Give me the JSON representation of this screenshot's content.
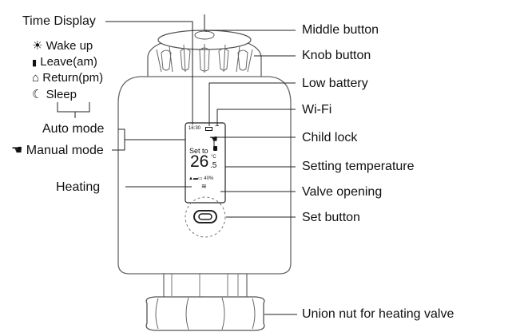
{
  "labels": {
    "time_display": "Time Display",
    "auto_mode": "Auto mode",
    "manual_mode": "Manual mode",
    "heating": "Heating",
    "middle_button": "Middle button",
    "knob_button": "Knob button",
    "low_battery": "Low battery",
    "wifi": "Wi-Fi",
    "child_lock": "Child lock",
    "setting_temperature": "Setting temperature",
    "valve_opening": "Valve opening",
    "set_button": "Set button",
    "union_nut": "Union nut for heating valve"
  },
  "modes": [
    {
      "icon": "sun-icon",
      "glyph": "☀",
      "label": "Wake up"
    },
    {
      "icon": "door-icon",
      "glyph": "▮",
      "label": "Leave(am)"
    },
    {
      "icon": "home-icon",
      "glyph": "⌂",
      "label": "Return(pm)"
    },
    {
      "icon": "moon-icon",
      "glyph": "☾",
      "label": "Sleep"
    }
  ],
  "display": {
    "time": "16:30",
    "set_to": "Set to",
    "temp_int": "26",
    "temp_dec": ".5",
    "unit": "°C",
    "valve_percent": "40%"
  },
  "colors": {
    "line": "#222222",
    "body_outline": "#666666",
    "screen": "#ffffff"
  }
}
